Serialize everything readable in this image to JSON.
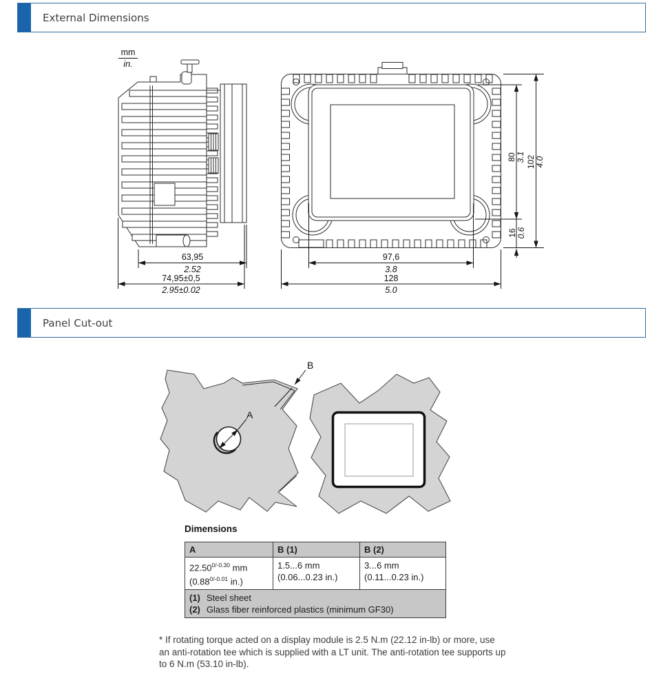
{
  "header_sections": {
    "external": "External Dimensions",
    "panel": "Panel Cut-out"
  },
  "colors": {
    "accent_blue": "#1a64ad",
    "header_border": "#2f6b9f",
    "sheet_gray": "#d4d4d4",
    "table_header_gray": "#c7c7c7"
  },
  "units_legend": {
    "mm": "mm",
    "inch": "in."
  },
  "external_drawing": {
    "side_view": {
      "width_front": {
        "mm": "63,95",
        "inch": "2.52"
      },
      "width_total": {
        "mm": "74,95±0,5",
        "inch": "2.95±0.02"
      }
    },
    "front_view": {
      "width_window": {
        "mm": "97,6",
        "inch": "3.8"
      },
      "width_total": {
        "mm": "128",
        "inch": "5.0"
      },
      "height_window": {
        "mm": "80",
        "inch": "3.1"
      },
      "height_bottom": {
        "mm": "16",
        "inch": "0.6"
      },
      "height_total": {
        "mm": "102",
        "inch": "4.0"
      }
    }
  },
  "cutout": {
    "label_a": "A",
    "label_b": "B"
  },
  "dimensions_table": {
    "title": "Dimensions",
    "headers": [
      "A",
      "B (1)",
      "B (2)"
    ],
    "col_a": {
      "mm_base": "22.50",
      "mm_sup": "0/-0.30",
      "mm_unit": " mm",
      "in_base": "(0.88",
      "in_sup": "0/-0.01",
      "in_unit": " in.)"
    },
    "col_b1": {
      "mm": "1.5...6 mm",
      "inch": "(0.06...0.23 in.)"
    },
    "col_b2": {
      "mm": "3...6 mm",
      "inch": "(0.11...0.23 in.)"
    },
    "notes": [
      {
        "num": "(1)",
        "text": "Steel sheet"
      },
      {
        "num": "(2)",
        "text": "Glass fiber reinforced plastics (minimum GF30)"
      }
    ]
  },
  "footnote": {
    "line1": "* If rotating torque acted on a display module is 2.5 N.m (22.12 in-lb) or more, use",
    "line2": "an anti-rotation tee which is supplied with a LT unit. The anti-rotation tee supports up",
    "line3": "to 6 N.m (53.10 in-lb)."
  }
}
